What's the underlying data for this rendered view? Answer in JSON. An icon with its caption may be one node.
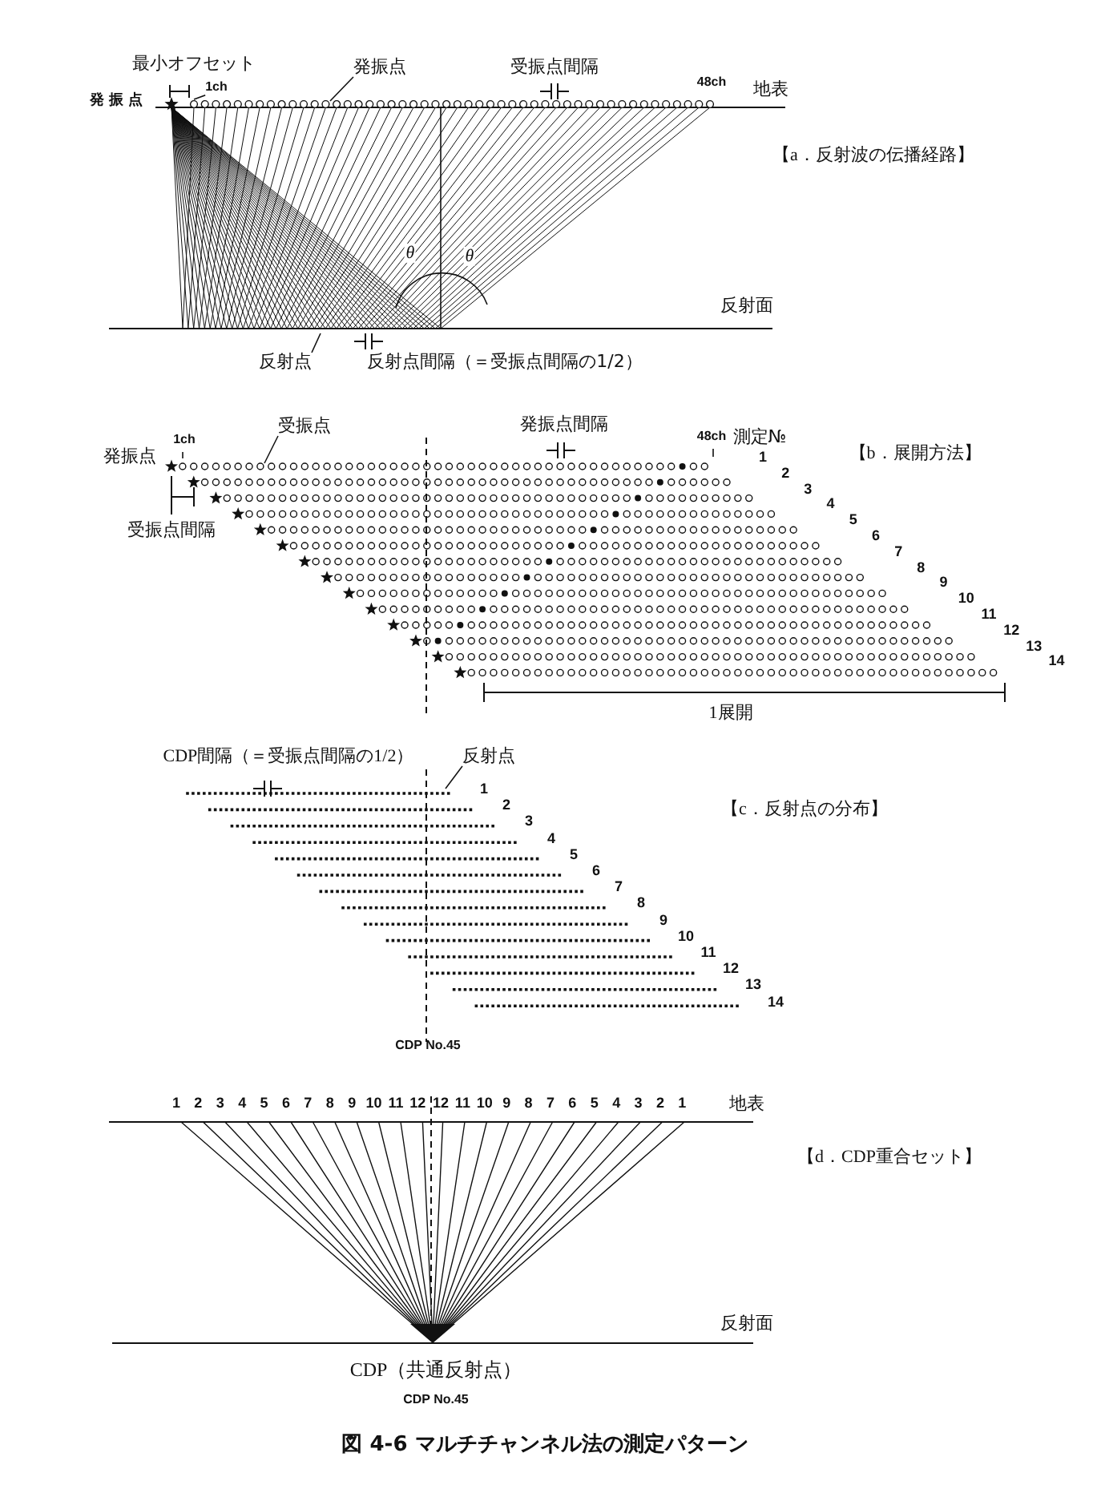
{
  "diagram": {
    "caption": "図 4-6 マルチチャンネル法の測定パターン",
    "nodes": [
      {
        "text": [
          "1ch"
        ]
      },
      {
        "text": [
          "発振点"
        ]
      },
      {
        "text": [
          "反射点"
        ]
      },
      {
        "text": [
          "受振点"
        ]
      },
      {
        "text": [
          "反射点"
        ]
      }
    ],
    "edges": [
      {
        "from": 0,
        "to": null,
        "arrow": "none"
      },
      {
        "from": 1,
        "to": null,
        "arrow": "none"
      },
      {
        "from": 2,
        "to": null,
        "arrow": "none"
      },
      {
        "from": 3,
        "to": null,
        "arrow": "none"
      },
      {
        "from": 4,
        "to": null,
        "arrow": "none"
      }
    ],
    "labels": [
      "発振点",
      "最小オフセット",
      "受振点間隔",
      "48ch",
      "地表",
      "【a．反射波の伝播経路】",
      "θ",
      "θ",
      "反射面",
      "反射点間隔（＝受振点間隔の1/2）",
      "発振点間隔",
      "発振点",
      "1ch",
      "48ch",
      "測定№",
      "【b．展開方法】",
      "1",
      "2",
      "3",
      "4",
      "5",
      "6",
      "7",
      "8",
      "9",
      "10",
      "11",
      "12",
      "13",
      "14",
      "受振点間隔",
      "1展開",
      "CDP間隔（＝受振点間隔の1/2）",
      "【c．反射点の分布】",
      "1",
      "2",
      "3",
      "4",
      "5",
      "6",
      "7",
      "8",
      "9",
      "10",
      "11",
      "12",
      "13",
      "14",
      "CDP No.45",
      "1",
      "2",
      "3",
      "4",
      "5",
      "6",
      "7",
      "8",
      "9",
      "10",
      "11",
      "12",
      "12",
      "11",
      "10",
      "9",
      "8",
      "7",
      "6",
      "5",
      "4",
      "3",
      "2",
      "1",
      "地表",
      "【d．CDP重合セット】",
      "反射面",
      "CDP（共通反射点）",
      "CDP No.45"
    ]
  }
}
